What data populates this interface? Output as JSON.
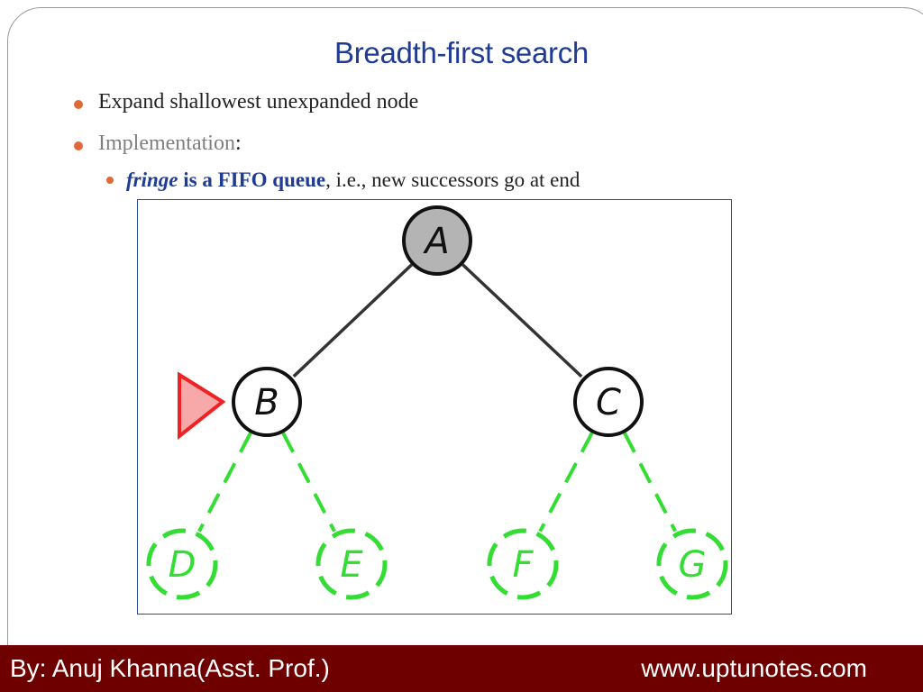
{
  "slide": {
    "title": "Breadth-first search",
    "bullets": [
      {
        "text": "Expand shallowest unexpanded node"
      },
      {
        "text": "Implementation",
        "suffix": ":"
      },
      {
        "parts": [
          "fringe",
          " is a FIFO queue",
          ", i.e., new successors go at end"
        ]
      }
    ]
  },
  "diagram": {
    "nodes": [
      {
        "id": "A",
        "label": "A",
        "state": "expanded"
      },
      {
        "id": "B",
        "label": "B",
        "state": "frontier"
      },
      {
        "id": "C",
        "label": "C",
        "state": "frontier"
      },
      {
        "id": "D",
        "label": "D",
        "state": "unexplored"
      },
      {
        "id": "E",
        "label": "E",
        "state": "unexplored"
      },
      {
        "id": "F",
        "label": "F",
        "state": "unexplored"
      },
      {
        "id": "G",
        "label": "G",
        "state": "unexplored"
      }
    ],
    "edges": [
      {
        "from": "A",
        "to": "B",
        "state": "solid"
      },
      {
        "from": "A",
        "to": "C",
        "state": "solid"
      },
      {
        "from": "B",
        "to": "D",
        "state": "dashed"
      },
      {
        "from": "B",
        "to": "E",
        "state": "dashed"
      },
      {
        "from": "C",
        "to": "F",
        "state": "dashed"
      },
      {
        "from": "C",
        "to": "G",
        "state": "dashed"
      }
    ],
    "pointer_target": "B",
    "colors": {
      "expanded_fill": "#b4b4b4",
      "node_stroke": "#111111",
      "unexplored": "#33dd33",
      "pointer": "#ee2222",
      "pointer_fill": "#f7a8a8"
    }
  },
  "footer": {
    "author": "By: Anuj Khanna(Asst. Prof.)",
    "website": "www.uptunotes.com",
    "background": "#6e0000"
  }
}
